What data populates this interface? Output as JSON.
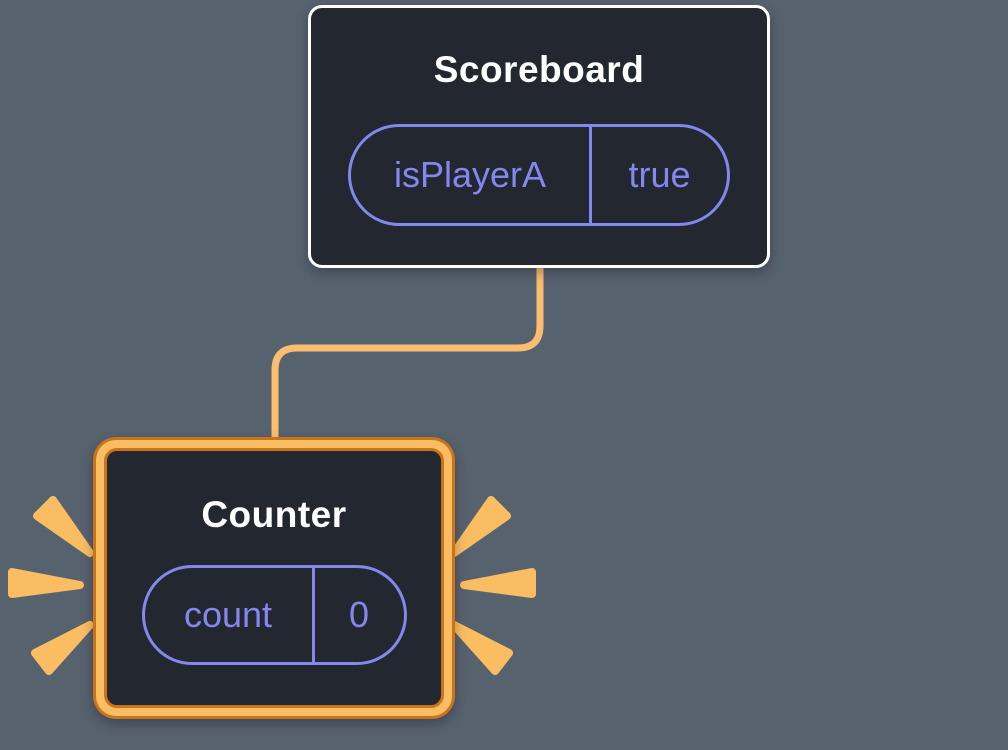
{
  "scoreboard": {
    "title": "Scoreboard",
    "state_key": "isPlayerA",
    "state_value": "true"
  },
  "counter": {
    "title": "Counter",
    "state_key": "count",
    "state_value": "0"
  },
  "colors": {
    "canvas_bg": "#57626F",
    "box_fill": "#23272F",
    "scoreboard_border": "#FFFFFF",
    "pill_purple": "#8387EE",
    "title_text": "#FFFFFF",
    "connector_orange": "#FBBD6F",
    "highlight_fill": "#FABD62",
    "highlight_outline": "#C9731F"
  }
}
